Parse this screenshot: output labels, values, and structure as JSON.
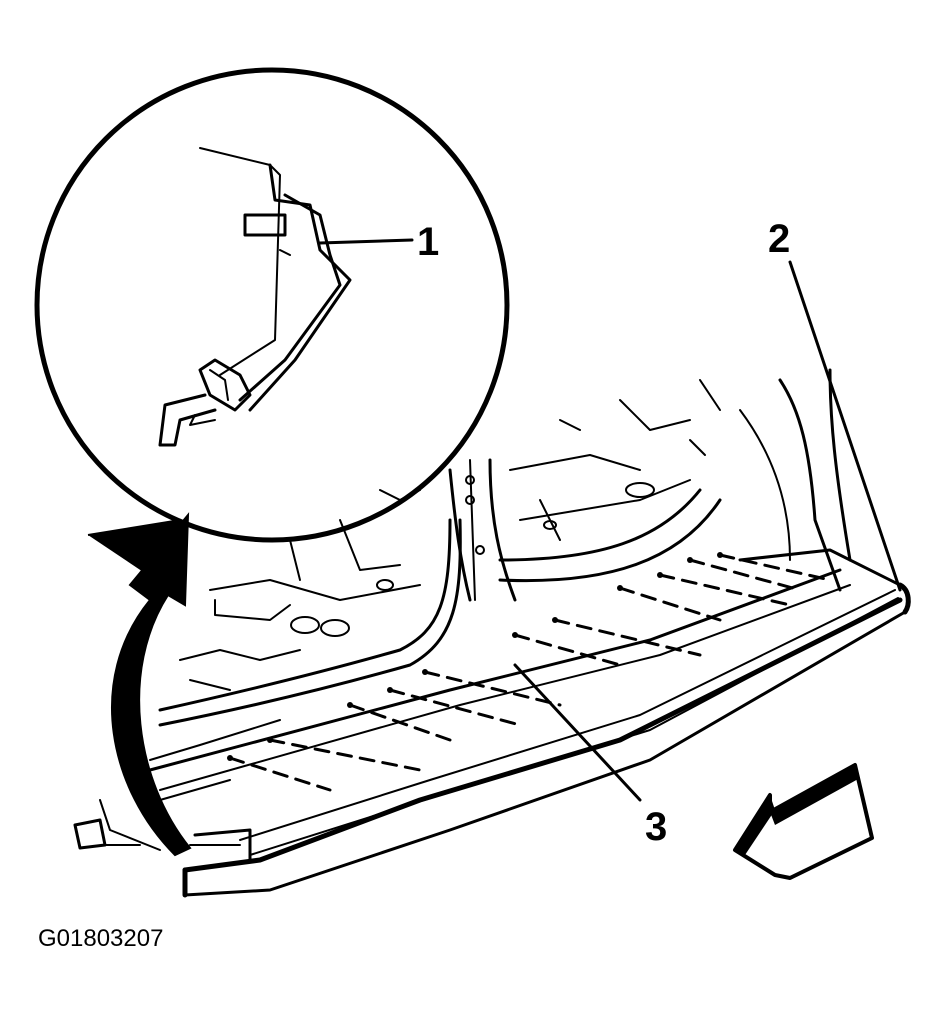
{
  "callouts": {
    "clip": "1",
    "rocker_molding": "2",
    "fastener_line": "3"
  },
  "figure_id": "G01803207",
  "colors": {
    "ink": "#000000",
    "background": "#ffffff"
  },
  "icons": {
    "detail_arrow": "curved-arrow-icon",
    "direction_arrow": "front-arrow-icon"
  }
}
